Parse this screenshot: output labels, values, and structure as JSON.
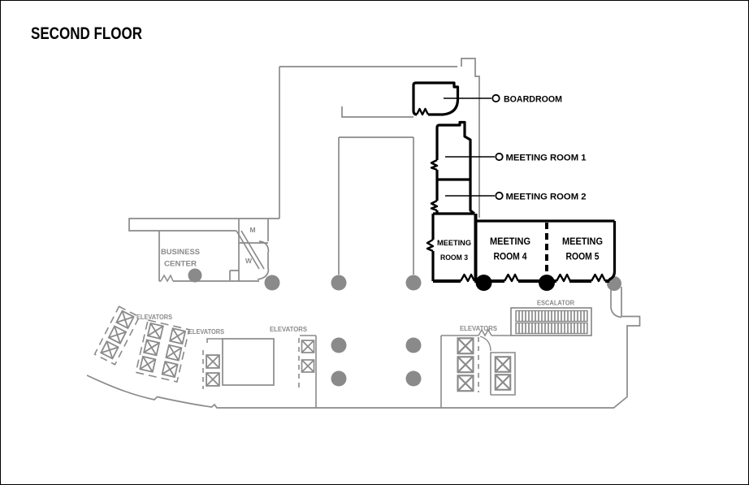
{
  "title": "SECOND FLOOR",
  "callouts": {
    "boardroom": "BOARDROOM",
    "meeting_room_1": "MEETING ROOM 1",
    "meeting_room_2": "MEETING ROOM 2"
  },
  "rooms": {
    "meeting_room_3": {
      "line1": "MEETING",
      "line2": "ROOM 3"
    },
    "meeting_room_4": {
      "line1": "MEETING",
      "line2": "ROOM 4"
    },
    "meeting_room_5": {
      "line1": "MEETING",
      "line2": "ROOM 5"
    },
    "business_center": {
      "line1": "BUSINESS",
      "line2": "CENTER"
    },
    "restroom_men": "M",
    "restroom_women": "W"
  },
  "labels": {
    "elevators": "ELEVATORS",
    "escalator": "ESCALATOR"
  },
  "colors": {
    "wall_gray": "#8a8a8a",
    "wall_black": "#000000",
    "background": "#ffffff"
  }
}
